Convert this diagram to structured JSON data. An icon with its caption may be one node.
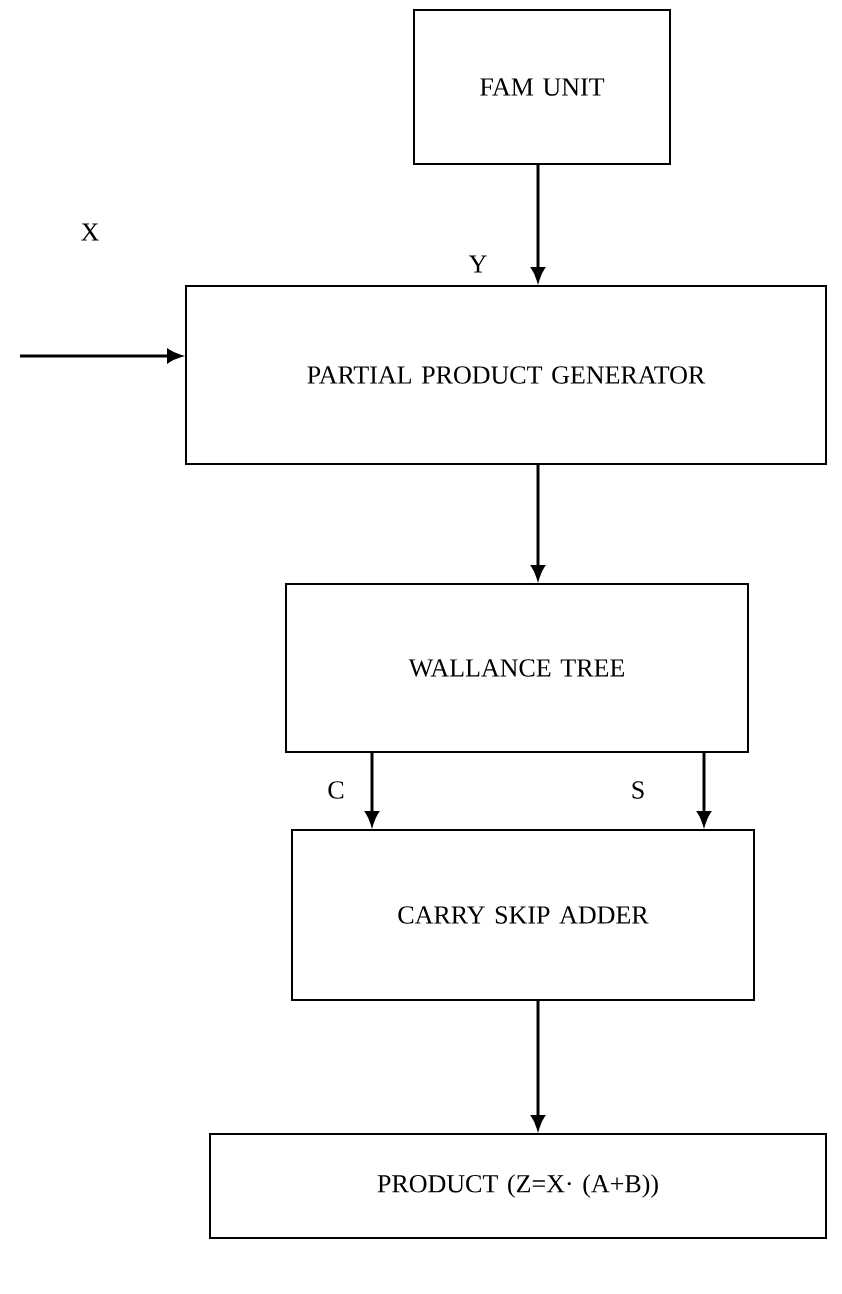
{
  "diagram": {
    "nodes": [
      {
        "text": [
          "FAM UNIT"
        ]
      },
      {
        "text": [
          "PARTIAL PRODUCT GENERATOR"
        ]
      },
      {
        "text": [
          "WALLANCE TREE"
        ]
      },
      {
        "text": [
          "CARRY SKIP ADDER"
        ]
      },
      {
        "text": [
          "PRODUCT (Z=X· (A+B))"
        ]
      }
    ],
    "edges": [
      {
        "from": 0,
        "to": 1,
        "arrow": "to",
        "label": "Y"
      },
      {
        "from": null,
        "to": 1,
        "arrow": "to",
        "label": "X"
      },
      {
        "from": 1,
        "to": 2,
        "arrow": "to"
      },
      {
        "from": 2,
        "to": 3,
        "arrow": "to",
        "label": "C"
      },
      {
        "from": 2,
        "to": 3,
        "arrow": "to",
        "label": "S"
      },
      {
        "from": 3,
        "to": 4,
        "arrow": "to"
      }
    ]
  }
}
